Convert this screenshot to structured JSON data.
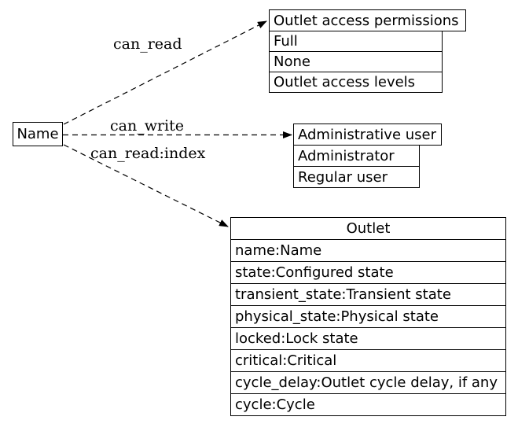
{
  "diagram": {
    "background_color": "#ffffff",
    "line_color": "#000000",
    "source_node": {
      "label": "Name"
    },
    "edges": [
      {
        "label": "can_read",
        "target": "Outlet access permissions"
      },
      {
        "label": "can_write",
        "target": "Administrative user"
      },
      {
        "label": "can_read:index",
        "target": "Outlet"
      }
    ],
    "nodes": [
      {
        "title": "Outlet access permissions",
        "rows": [
          "Full",
          "None",
          "Outlet access levels"
        ]
      },
      {
        "title": "Administrative user",
        "rows": [
          "Administrator",
          "Regular user"
        ]
      },
      {
        "title": "Outlet",
        "rows": [
          "name:Name",
          "state:Configured state",
          "transient_state:Transient state",
          "physical_state:Physical state",
          "locked:Lock state",
          "critical:Critical",
          "cycle_delay:Outlet cycle delay, if any",
          "cycle:Cycle"
        ]
      }
    ]
  }
}
